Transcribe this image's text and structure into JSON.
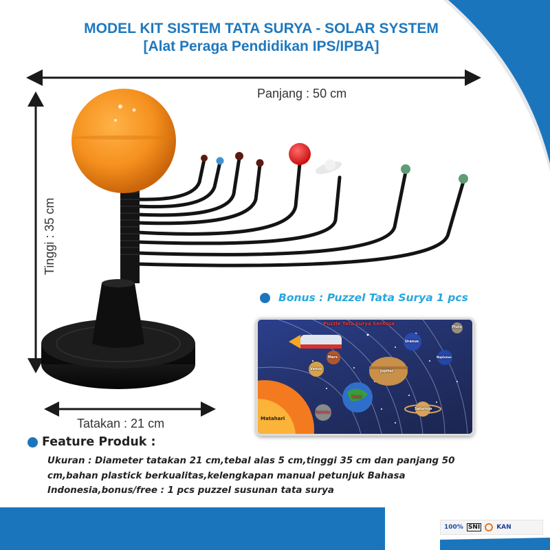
{
  "header": {
    "title": "MODEL KIT SISTEM TATA SURYA - SOLAR SYSTEM",
    "subtitle": "[Alat Peraga Pendidikan IPS/IPBA]"
  },
  "dimensions": {
    "length_label": "Panjang : 50 cm",
    "height_label": "Tinggi : 35 cm",
    "base_label": "Tatakan : 21 cm"
  },
  "product_image": {
    "sun_color": "#f5901e",
    "planets": [
      {
        "name": "planet-1",
        "color": "#5a1a12"
      },
      {
        "name": "planet-2",
        "color": "#3f93d2"
      },
      {
        "name": "planet-3",
        "color": "#5a1a12"
      },
      {
        "name": "planet-4",
        "color": "#5a1a12"
      },
      {
        "name": "planet-5",
        "color": "#e02020"
      },
      {
        "name": "planet-6-ringed",
        "color": "#e8e8e8"
      },
      {
        "name": "planet-7",
        "color": "#5f9c74"
      },
      {
        "name": "planet-8",
        "color": "#5f9c74"
      }
    ]
  },
  "bonus": {
    "label": "Bonus : Puzzel Tata Surya 1 pcs"
  },
  "puzzle": {
    "title": "Puzzle Tata Surya Sentosa",
    "labels": {
      "pluto": "Pluto",
      "uranus": "Uranus",
      "neptunus": "Neptunus",
      "mars": "Mars",
      "venus": "Venus",
      "jupiter": "Jupiter",
      "bumi": "Bumi",
      "merkurius": "Merkurius",
      "saturnus": "Saturnus",
      "matahari": "Matahari"
    }
  },
  "features": {
    "title": "Feature Produk :",
    "lines": [
      "Ukuran : Diameter tatakan 21 cm,tebal alas 5 cm,tinggi 35 cm dan panjang 50",
      "cm,bahan plastick berkualitas,kelengkapan manual petunjuk Bahasa",
      "Indonesia,bonus/free : 1 pcs puzzel susunan tata surya"
    ]
  },
  "footer": {
    "badges": [
      "100%",
      "SNI",
      "halal-check",
      "KAN"
    ]
  },
  "colors": {
    "brand_blue": "#1b75bc",
    "title_blue": "#1f78bd",
    "bonus_cyan": "#27a7de"
  }
}
